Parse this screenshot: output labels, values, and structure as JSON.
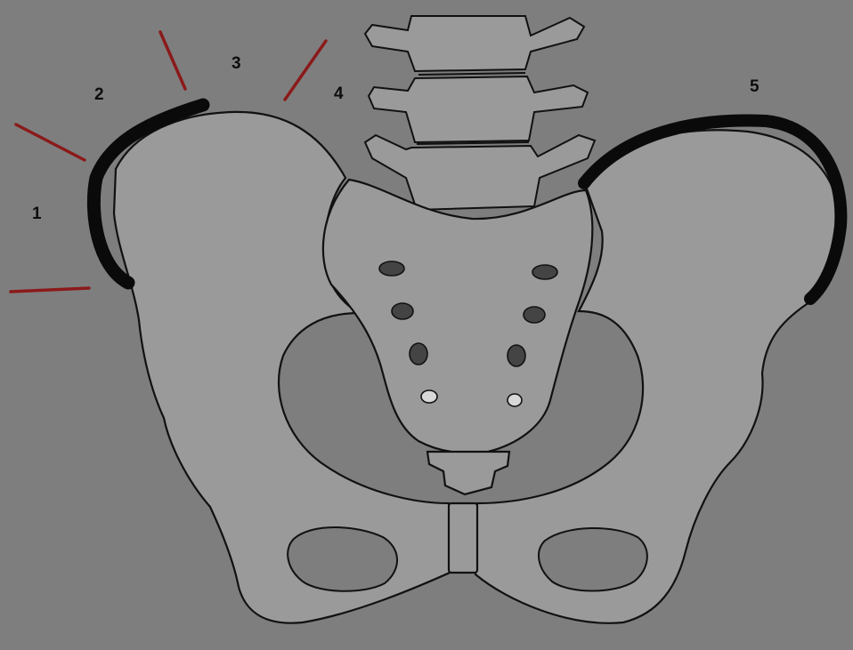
{
  "colors": {
    "background": "#7e7e7e",
    "bone": "#9a9a9a",
    "outline": "#111111",
    "highlight_arc": "#0a0a0a",
    "marker_line": "#8b1a1a"
  },
  "labels": [
    {
      "id": "1",
      "text": "1"
    },
    {
      "id": "2",
      "text": "2"
    },
    {
      "id": "3",
      "text": "3"
    },
    {
      "id": "4",
      "text": "4"
    },
    {
      "id": "5",
      "text": "5"
    }
  ],
  "figure": {
    "icon": "pelvis-illustration"
  }
}
